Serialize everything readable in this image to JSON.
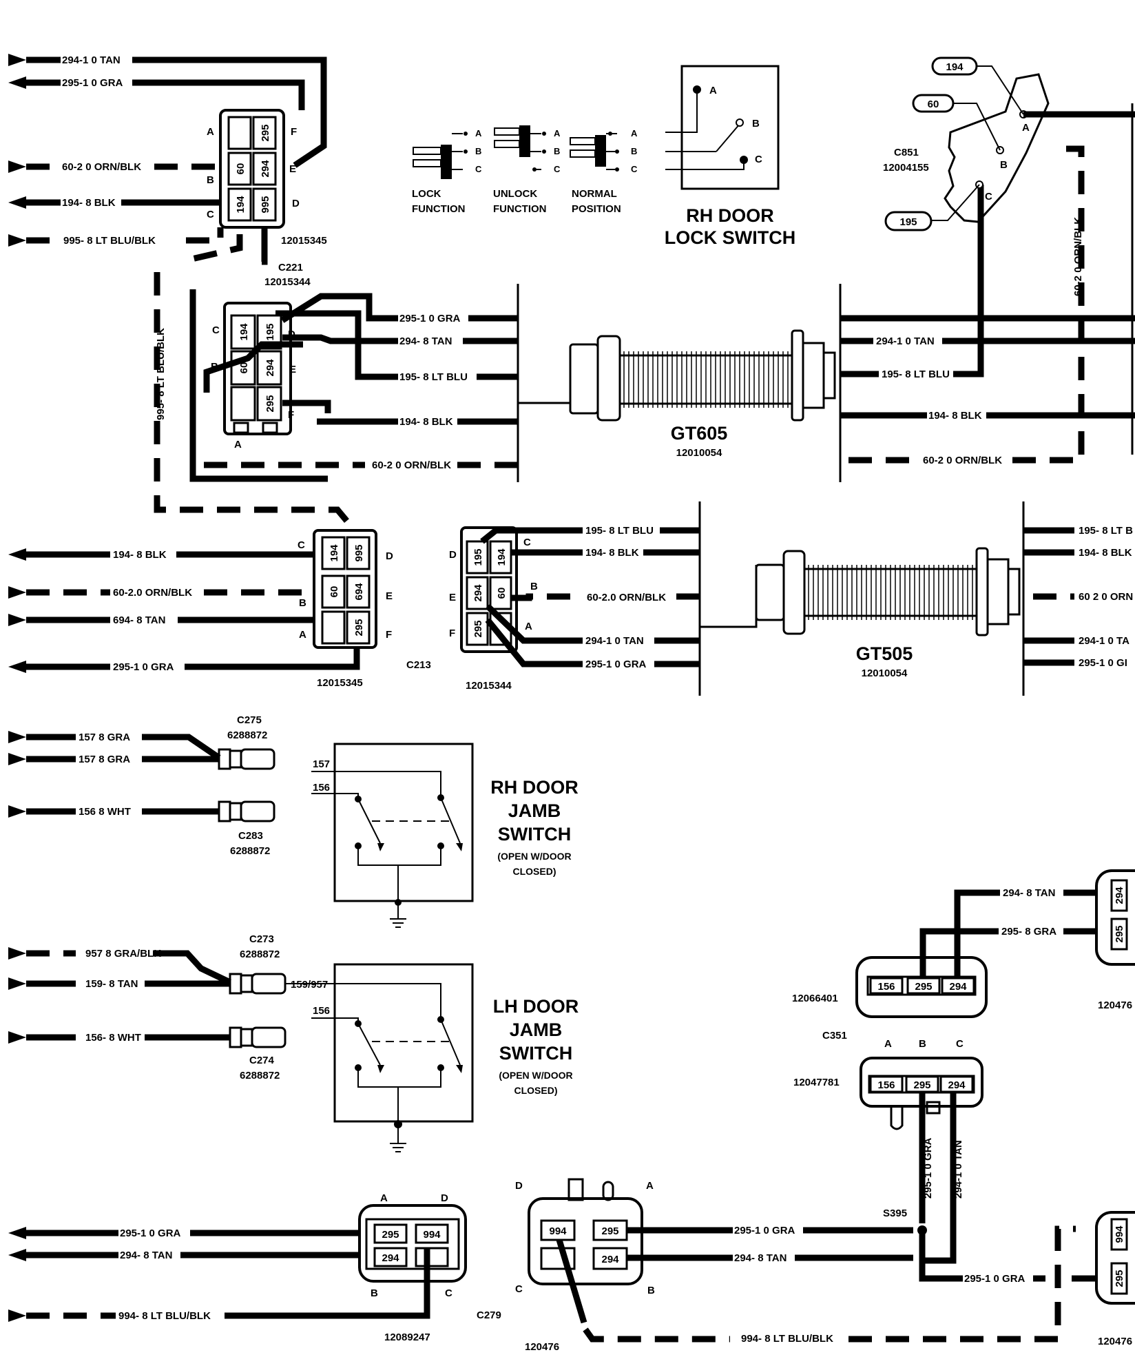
{
  "rh_door_lock_switch": {
    "title_line1": "RH DOOR",
    "title_line2": "LOCK SWITCH",
    "legend": [
      {
        "line1": "LOCK",
        "line2": "FUNCTION"
      },
      {
        "line1": "UNLOCK",
        "line2": "FUNCTION"
      },
      {
        "line1": "NORMAL",
        "line2": "POSITION"
      }
    ],
    "terminals": [
      "A",
      "B",
      "C"
    ]
  },
  "c221": {
    "name": "C221",
    "upper_part": "12015345",
    "lower_part": "12015344",
    "upper_pins": [
      "295",
      "60",
      "294",
      "194",
      "995"
    ],
    "lower_pins": [
      "194",
      "195",
      "60",
      "294",
      "295"
    ],
    "letters": [
      "A",
      "B",
      "C",
      "D",
      "E",
      "F"
    ],
    "wires_left": [
      "294-1 0 TAN",
      "295-1 0 GRA",
      "60-2 0 ORN/BLK",
      "194- 8 BLK",
      "995- 8 LT BLU/BLK"
    ],
    "wires_right": [
      "295-1 0 GRA",
      "294- 8 TAN",
      "195- 8 LT BLU",
      "194- 8 BLK",
      "60-2 0 ORN/BLK"
    ],
    "vertical_wire": "995- 8 LT BLU/BLK"
  },
  "gt605": {
    "name": "GT605",
    "part": "12010054",
    "right_wires": [
      "294-1 0 TAN",
      "195- 8 LT BLU",
      "194- 8 BLK",
      "60-2 0 ORN/BLK"
    ]
  },
  "c851": {
    "name": "C851",
    "part": "12004155",
    "callouts": [
      "194",
      "60",
      "195"
    ],
    "letters": [
      "A",
      "B",
      "C"
    ],
    "vertical_wire": "60-2 0 ORN/BLK"
  },
  "c213": {
    "name": "C213",
    "left_part": "12015345",
    "right_part": "12015344",
    "left_pins": [
      "194",
      "995",
      "60",
      "694",
      "295"
    ],
    "right_pins": [
      "195",
      "194",
      "294",
      "60",
      "295"
    ],
    "letters": [
      "A",
      "B",
      "C",
      "D",
      "E",
      "F"
    ],
    "wires_left": [
      "194- 8 BLK",
      "60-2.0 ORN/BLK",
      "694- 8 TAN",
      "295-1 0 GRA"
    ],
    "wires_right": [
      "195- 8 LT BLU",
      "194- 8 BLK",
      "60-2.0 ORN/BLK",
      "294-1 0 TAN",
      "295-1 0 GRA"
    ]
  },
  "gt505": {
    "name": "GT505",
    "part": "12010054",
    "right_wires": [
      "195- 8 LT B",
      "194- 8 BLK",
      "60 2 0 ORN",
      "294-1 0 TA",
      "295-1 0 GI"
    ]
  },
  "rh_door_jamb_switch": {
    "title_line1": "RH DOOR",
    "title_line2": "JAMB",
    "title_line3": "SWITCH",
    "note_line1": "(OPEN W/DOOR",
    "note_line2": "CLOSED)",
    "circuits": [
      "157",
      "156"
    ],
    "wires": [
      "157  8 GRA",
      "157  8 GRA",
      "156  8 WHT"
    ],
    "connectors": [
      {
        "name": "C275",
        "part": "6288872"
      },
      {
        "name": "C283",
        "part": "6288872"
      }
    ]
  },
  "lh_door_jamb_switch": {
    "title_line1": "LH DOOR",
    "title_line2": "JAMB",
    "title_line3": "SWITCH",
    "note_line1": "(OPEN W/DOOR",
    "note_line2": "CLOSED)",
    "circuits": [
      "159/957",
      "156"
    ],
    "wires": [
      "957  8 GRA/BLK",
      "159- 8 TAN",
      "156- 8 WHT"
    ],
    "connectors": [
      {
        "name": "C273",
        "part": "6288872"
      },
      {
        "name": "C274",
        "part": "6288872"
      }
    ]
  },
  "c351": {
    "name": "C351",
    "upper_part": "12066401",
    "lower_part": "12047781",
    "pins": [
      "156",
      "295",
      "294"
    ],
    "letters": [
      "A",
      "B",
      "C"
    ],
    "wires": [
      "294- 8 TAN",
      "295- 8 GRA"
    ],
    "vertical_wires": [
      "295-1 0 GRA",
      "294-1 0 TAN"
    ],
    "right_part": "120476"
  },
  "c279": {
    "name": "C279",
    "left_part": "12089247",
    "right_part": "120476",
    "left_pins": [
      "295",
      "994",
      "294"
    ],
    "right_pins": [
      "994",
      "295",
      "294"
    ],
    "letters": [
      "A",
      "B",
      "C",
      "D"
    ],
    "wires_left": [
      "295-1 0 GRA",
      "294- 8 TAN",
      "994- 8 LT BLU/BLK"
    ],
    "wires_right": [
      "295-1 0 GRA",
      "294- 8 TAN",
      "295-1 0 GRA",
      "994- 8 LT BLU/BLK"
    ],
    "splice": "S395",
    "right_pins_far": [
      "994",
      "295"
    ]
  }
}
